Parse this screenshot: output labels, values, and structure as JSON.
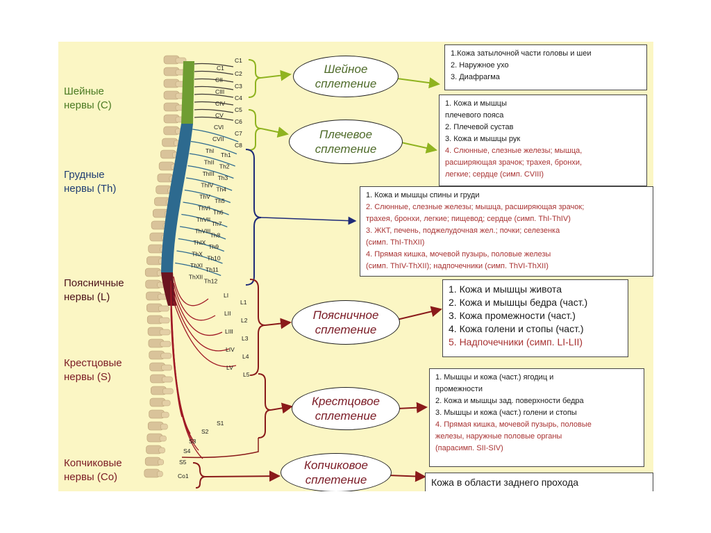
{
  "colors": {
    "background": "#fbf6c4",
    "cervical": "#6f9d32",
    "thoracic": "#2d6a8f",
    "lumbar": "#6b1420",
    "arrow_cervical": "#8fb31f",
    "arrow_thoracic": "#1e2a78",
    "arrow_lower": "#8a1a1a",
    "text_red": "#a83232"
  },
  "groups": {
    "cervical": {
      "line1": "Шейные",
      "line2": "нервы (С)",
      "color": "#4a7a22"
    },
    "thoracic": {
      "line1": "Грудные",
      "line2": "нервы (Th)",
      "color": "#1f3d73"
    },
    "lumbar": {
      "line1": "Поясничные",
      "line2": "нервы (L)",
      "color": "#4a1018"
    },
    "sacral": {
      "line1": "Крестцовые",
      "line2": "нервы (S)",
      "color": "#7a1a24"
    },
    "coccygeal": {
      "line1": "Копчиковые",
      "line2": "нервы (Co)",
      "color": "#7a1a24"
    }
  },
  "nerve_labels": {
    "cervical": [
      "C1",
      "C1",
      "C2",
      "CII",
      "C3",
      "CIII",
      "C4",
      "CIV",
      "C5",
      "CV",
      "C6",
      "CVI",
      "C7",
      "CVII",
      "C8"
    ],
    "thoracic": [
      "ThI",
      "Th1",
      "ThII",
      "Th2",
      "ThIII",
      "Th3",
      "ThIV",
      "Th4",
      "ThV",
      "Th5",
      "ThVI",
      "Th6",
      "ThVII",
      "Th7",
      "ThVIII",
      "Th8",
      "ThIX",
      "Th9",
      "ThX",
      "Th10",
      "ThXI",
      "Th11",
      "ThXII",
      "Th12"
    ],
    "lumbar": [
      "LI",
      "L1",
      "LII",
      "L2",
      "LIII",
      "L3",
      "LIV",
      "L4",
      "LV",
      "L5"
    ],
    "sacral": [
      "S1",
      "S2",
      "S3",
      "S4",
      "S5",
      "Co1"
    ]
  },
  "plexuses": {
    "cervical": "Шейное\nсплетение",
    "brachial": "Плечевое\nсплетение",
    "lumbar": "Поясничное\nсплетение",
    "sacral": "Крестцовое\nсплетение",
    "coccygeal": "Копчиковое\nсплетение"
  },
  "boxes": {
    "cervical": [
      "1.Кожа затылочной части головы и шеи",
      "2. Наружное ухо",
      "3. Диафрагма"
    ],
    "brachial": {
      "dark": [
        "1. Кожа и мышцы",
        "плечевого пояса",
        "2. Плечевой сустав",
        "3. Кожа и мышцы рук"
      ],
      "red": [
        "4. Слюнные, слезные железы; мышца,",
        "расширяющая зрачок; трахея, бронхи,",
        "легкие; сердце (симп. CVIII)"
      ]
    },
    "thoracic": {
      "dark": [
        "1. Кожа и мышцы спины и груди"
      ],
      "red": [
        "2. Слюнные, слезные железы; мышца, расширяющая зрачок;",
        "трахея, бронхи, легкие; пищевод; сердце (симп. ThI-ThIV)",
        "3. ЖКТ, печень, поджелудочная жел.; почки; селезенка",
        "(симп. ThI-ThXII)",
        "4. Прямая кишка, мочевой пузырь, половые железы",
        "(симп. ThIV-ThXII); надпочечники (симп. ThVI-ThXII)"
      ]
    },
    "lumbar": {
      "dark": [
        "1. Кожа и мышцы живота",
        "2. Кожа и мышцы бедра (част.)",
        "3. Кожа промежности (част.)",
        "4. Кожа голени и стопы (част.)"
      ],
      "red": [
        "5. Надпочечники (симп. LI-LII)"
      ]
    },
    "sacral": {
      "dark": [
        "1. Мышцы и кожа (част.) ягодиц и",
        "промежности",
        "2. Кожа и мышцы зад. поверхности бедра",
        "3. Мышцы и кожа (част.) голени и стопы"
      ],
      "red": [
        "4. Прямая кишка, мочевой пузырь, половые",
        "железы, наружные половые органы",
        "(парасимп. SII-SIV)"
      ]
    },
    "coccygeal": [
      "Кожа в области заднего прохода"
    ]
  }
}
